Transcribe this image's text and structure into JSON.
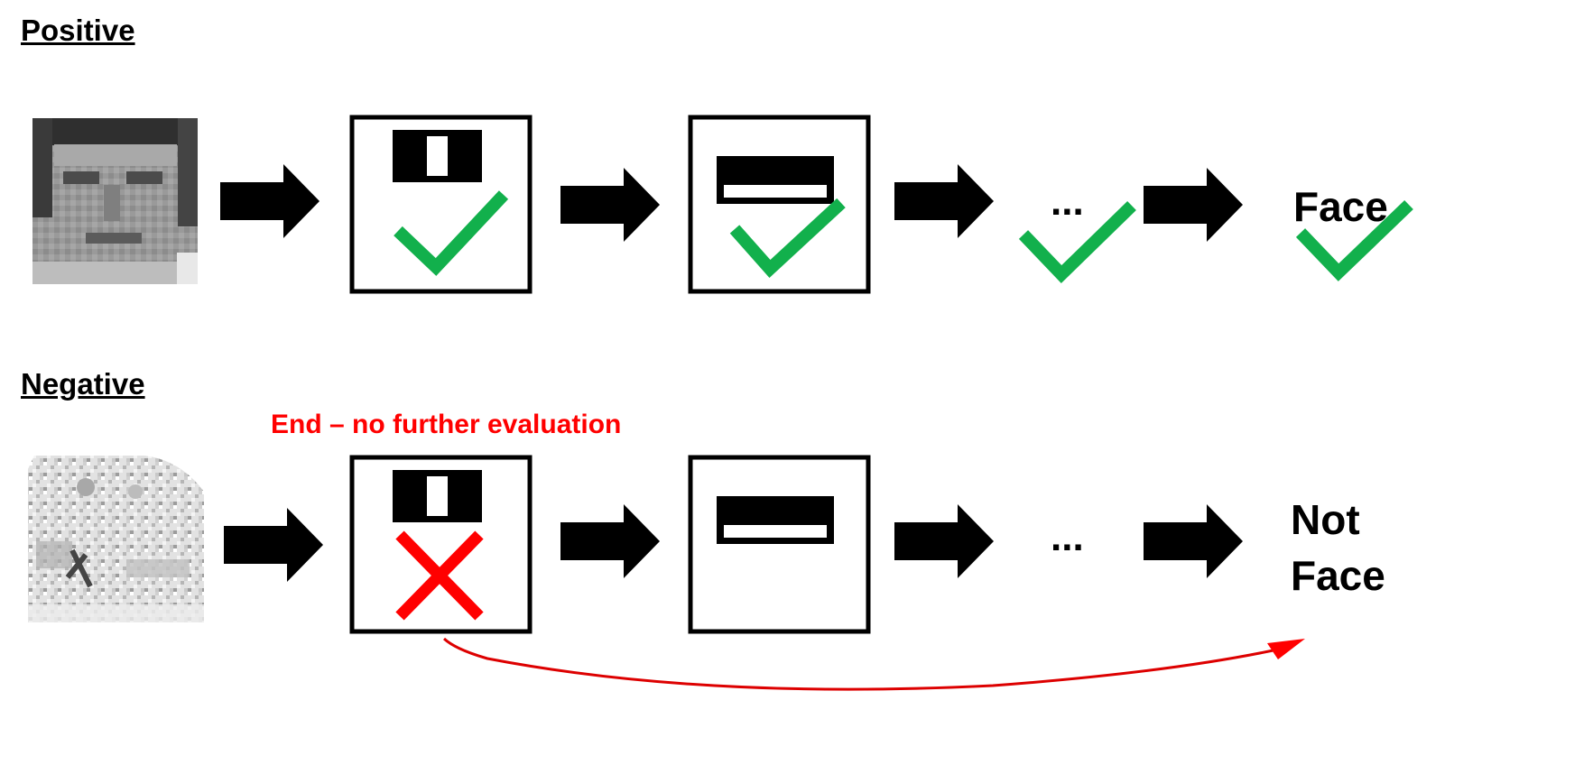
{
  "rows": {
    "positive": {
      "title": "Positive",
      "ellipsis": "...",
      "result": "Face",
      "stages": [
        "pass",
        "pass",
        "pass"
      ]
    },
    "negative": {
      "title": "Negative",
      "note": "End – no further evaluation",
      "ellipsis": "...",
      "result_line1": "Not",
      "result_line2": "Face",
      "stages": [
        "fail",
        "not-evaluated",
        "not-evaluated"
      ]
    }
  },
  "colors": {
    "check": "#12b04c",
    "cross": "#ff0000",
    "note": "#ff0000",
    "skip_arrow": "#dd0000",
    "stroke": "#000000"
  },
  "icons": {
    "pass": "checkmark-icon",
    "fail": "cross-icon",
    "arrow": "right-arrow-icon",
    "skip": "curved-arrow-icon",
    "feature_vertical": "vertical-haar-feature-icon",
    "feature_horizontal": "horizontal-haar-feature-icon"
  }
}
